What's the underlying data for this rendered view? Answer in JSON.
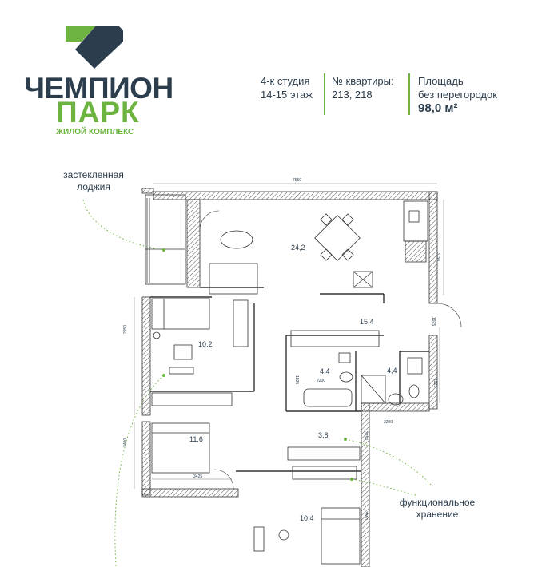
{
  "logo": {
    "word1": "ЧЕМПИОН",
    "word2": "ПАРК",
    "subtitle": "ЖИЛОЙ КОМПЛЕКС",
    "brand_dark": "#2c3e4e",
    "brand_green": "#6cb33f"
  },
  "info": {
    "type_line1": "4-к студия",
    "type_line2": "14-15 этаж",
    "number_label": "№ квартиры:",
    "number_value": "213, 218",
    "area_label1": "Площадь",
    "area_label2": "без перегородок",
    "area_value": "98,0 м²"
  },
  "callouts": {
    "loggia_line1": "застекленная",
    "loggia_line2": "лоджия",
    "storage_line1": "функциональное",
    "storage_line2": "хранение"
  },
  "rooms": {
    "living": "24,2",
    "hall": "15,4",
    "bed1": "10,2",
    "bath1": "4,4",
    "bath2": "4,4",
    "bed2": "11,6",
    "storage": "3,8",
    "bed3": "10,4"
  },
  "dimensions": {
    "top_width": "7650",
    "right_upper": "3150",
    "right_door": "1975",
    "right_bath": "1925",
    "bath_width": "2200",
    "bath_right_width": "2200",
    "bath_left_height": "1925",
    "bed1_height": "2950",
    "bed2_height": "3400",
    "bed2_width": "3425",
    "storage_height": "3750",
    "bed3_height": "3550"
  }
}
